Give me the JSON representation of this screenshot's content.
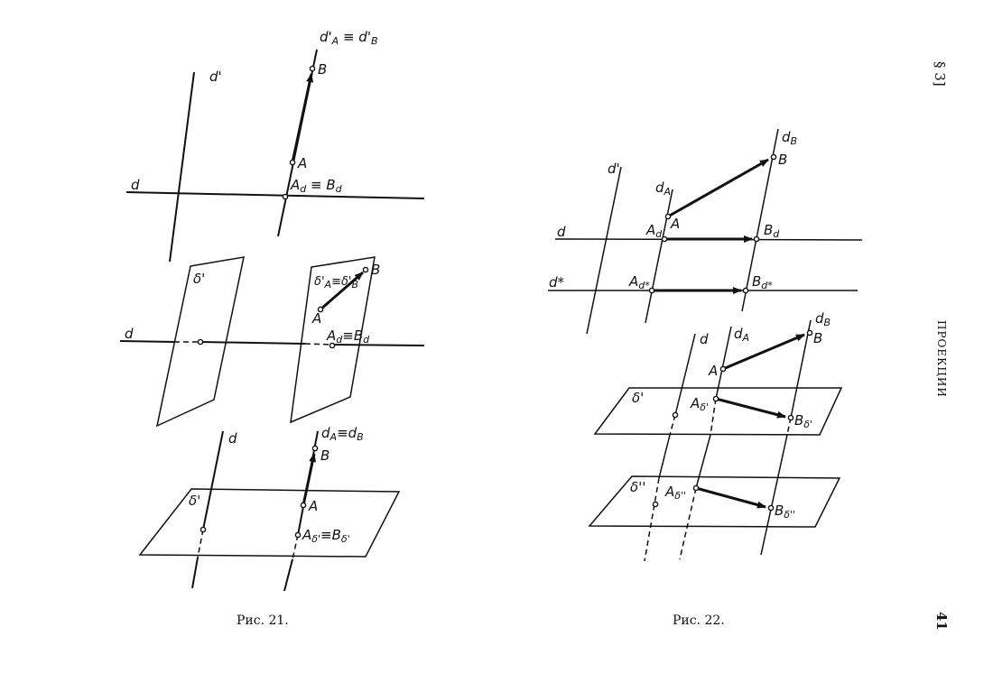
{
  "margin": {
    "section": "§ 3]",
    "running_head": "ПРОЕКЦИИ",
    "page_number": "41"
  },
  "fig21": {
    "caption": "Рис. 21.",
    "top": {
      "l_dprime": [
        "d'"
      ],
      "l_dA_dB": [
        "d'",
        "A",
        " ≡ d'",
        "B"
      ],
      "l_B": [
        "B"
      ],
      "l_A": [
        "A"
      ],
      "l_Ad_Bd": [
        "A",
        "d",
        " ≡ B",
        "d"
      ],
      "l_d": [
        "d"
      ]
    },
    "middle": {
      "l_delta1": [
        "δ'"
      ],
      "l_delta2": [
        "δ'",
        "A",
        "≡δ'",
        "B"
      ],
      "l_B": [
        "B"
      ],
      "l_A": [
        "A"
      ],
      "l_Ad_Bd": [
        "A",
        "d",
        "≡B",
        "d"
      ],
      "l_d": [
        "d"
      ]
    },
    "bottom": {
      "l_d": [
        "d"
      ],
      "l_dA_dB": [
        "d",
        "A",
        "≡d",
        "B"
      ],
      "l_B": [
        "B"
      ],
      "l_A": [
        "A"
      ],
      "l_delta": [
        "δ'"
      ],
      "l_Ad_Bd": [
        "A",
        "δ'",
        "≡B",
        "δ'"
      ]
    }
  },
  "fig22": {
    "caption": "Рис. 22.",
    "top": {
      "l_dprime": [
        "d'"
      ],
      "l_dA": [
        "d",
        "A"
      ],
      "l_dB": [
        "d",
        "B"
      ],
      "l_B": [
        "B"
      ],
      "l_A": [
        "A"
      ],
      "l_Ad": [
        "A",
        "d"
      ],
      "l_Bd": [
        "B",
        "d"
      ],
      "l_d": [
        "d"
      ],
      "l_dstar": [
        "d*"
      ],
      "l_Adstar": [
        "A",
        "d*"
      ],
      "l_Bdstar": [
        "B",
        "d*"
      ]
    },
    "bottom": {
      "l_d": [
        "d"
      ],
      "l_dA": [
        "d",
        "A"
      ],
      "l_dB": [
        "d",
        "B"
      ],
      "l_B": [
        "B"
      ],
      "l_A": [
        "A"
      ],
      "l_delta1": [
        "δ'"
      ],
      "l_delta2": [
        "δ''"
      ],
      "l_Ad1": [
        "A",
        "δ'"
      ],
      "l_Bd1": [
        "B",
        "δ'"
      ],
      "l_Ad2": [
        "A",
        "δ''"
      ],
      "l_Bd2": [
        "B",
        "δ''"
      ]
    }
  }
}
